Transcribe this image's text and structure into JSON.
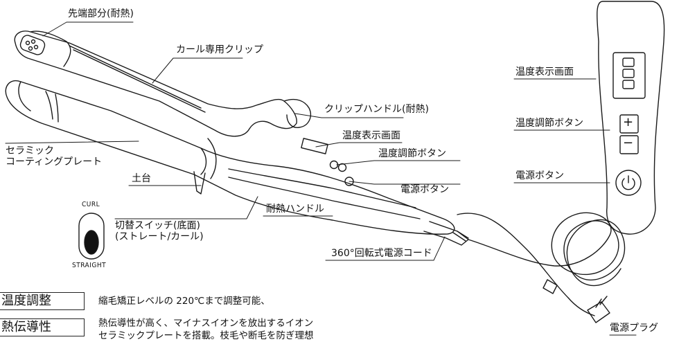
{
  "labels": {
    "tip": "先端部分(耐熱)",
    "curl_clip": "カール専用クリップ",
    "clip_handle": "クリップハンドル(耐熱)",
    "ceramic_1": "セラミック",
    "ceramic_2": "コーティングプレート",
    "temp_display": "温度表示画面",
    "temp_buttons": "温度調節ボタン",
    "stand": "土台",
    "power_button": "電源ボタン",
    "switch_1": "切替スイッチ(底面)",
    "switch_2": "(ストレート/カール)",
    "handle": "耐熱ハンドル",
    "cord": "360°回転式電源コード",
    "plug": "電源プラグ"
  },
  "switch": {
    "top": "CURL",
    "bottom": "STRAIGHT"
  },
  "panel": {
    "temp_display": "温度表示画面",
    "temp_buttons": "温度調節ボタン",
    "power_button": "電源ボタン",
    "plus": "+",
    "minus": "−"
  },
  "features": [
    {
      "tag": "温度調整",
      "text": "縮毛矯正レベルの 220℃まで調整可能、"
    },
    {
      "tag": "熱伝導性",
      "text": "熱伝導性が高く、マイナスイオンを放出するイオン\nセラミックプレートを搭載。枝毛や断毛を防ぎ理想"
    }
  ],
  "colors": {
    "line": "#1a1a1a",
    "switch_fill": "#111111"
  }
}
